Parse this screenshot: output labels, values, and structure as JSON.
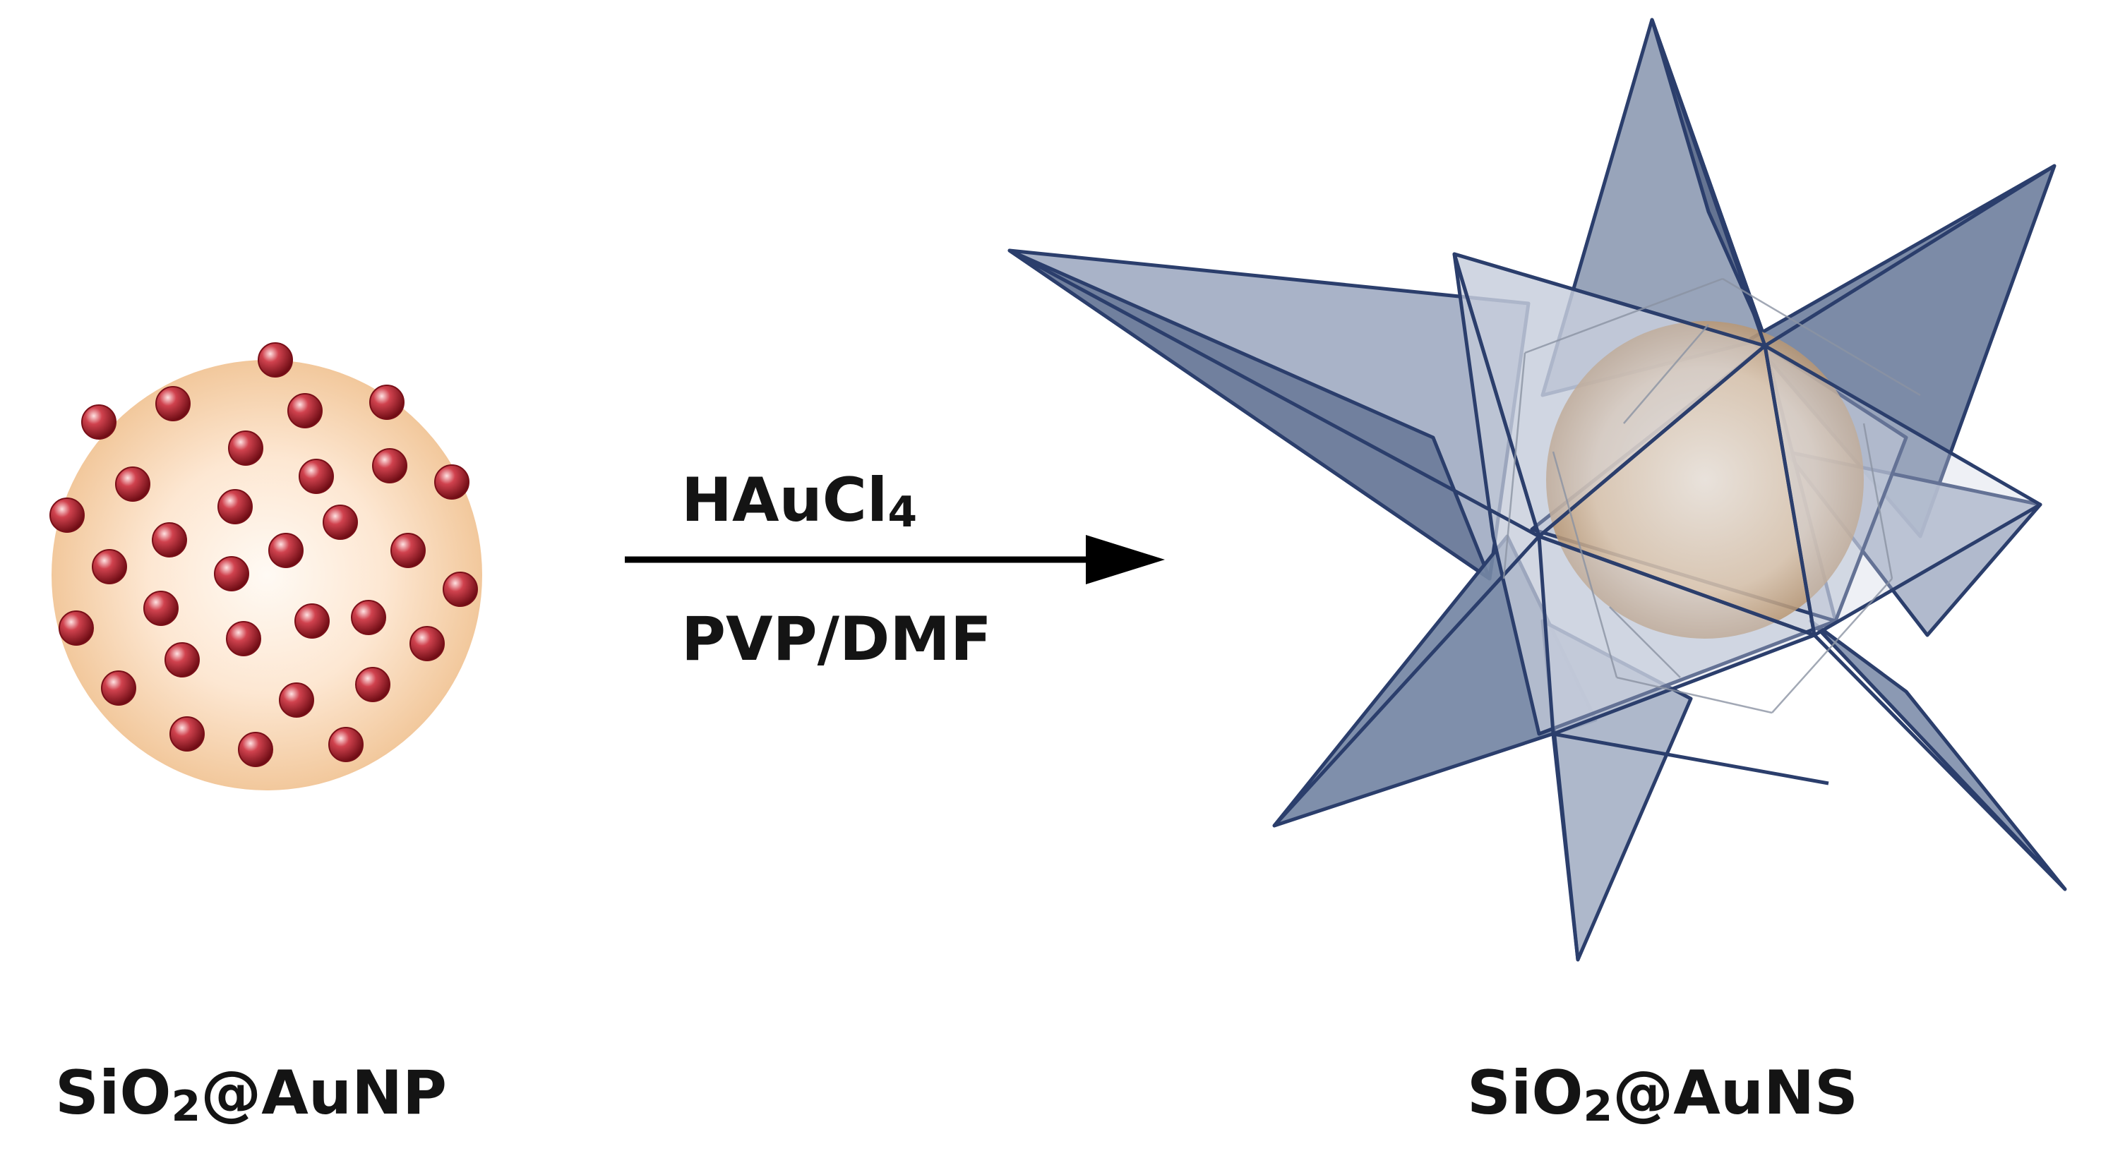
{
  "reaction": {
    "reagent_top": {
      "main": "HAuCl",
      "sub": "4"
    },
    "reagent_bottom": "PVP/DMF"
  },
  "reactant": {
    "label_a": "SiO",
    "label_sub": "2",
    "label_b": "@AuNP"
  },
  "product": {
    "label_a": "SiO",
    "label_sub": "2",
    "label_b": "@AuNS"
  },
  "colors": {
    "core_light": "#fffaf4",
    "core_dark": "#f2c89c",
    "gold_np": "#b51f2c",
    "star_fill": "#8896ad",
    "star_edge": "#2b3e6c",
    "arrow": "#000000"
  }
}
